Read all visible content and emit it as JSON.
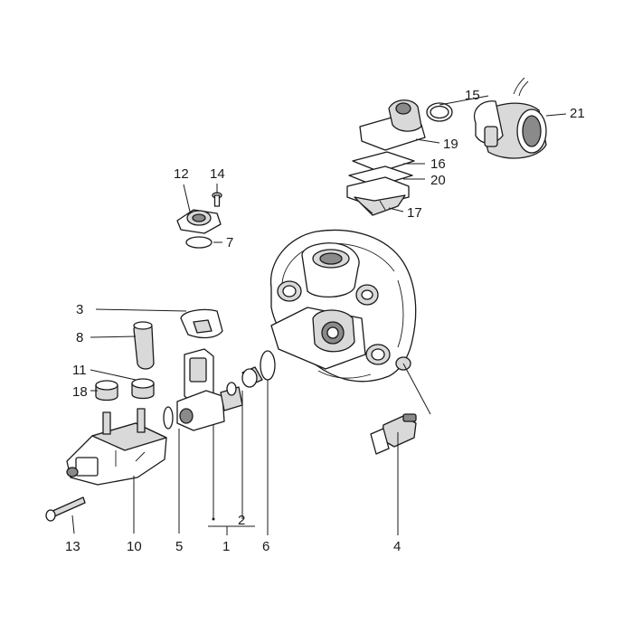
{
  "diagram": {
    "labels": [
      {
        "id": "1",
        "text": "1"
      },
      {
        "id": "2",
        "text": "2"
      },
      {
        "id": "3",
        "text": "3"
      },
      {
        "id": "4",
        "text": "4"
      },
      {
        "id": "5",
        "text": "5"
      },
      {
        "id": "6",
        "text": "6"
      },
      {
        "id": "7",
        "text": "7"
      },
      {
        "id": "8",
        "text": "8"
      },
      {
        "id": "10",
        "text": "10"
      },
      {
        "id": "11",
        "text": "11"
      },
      {
        "id": "12",
        "text": "12"
      },
      {
        "id": "13",
        "text": "13"
      },
      {
        "id": "14",
        "text": "14"
      },
      {
        "id": "15",
        "text": "15"
      },
      {
        "id": "16",
        "text": "16"
      },
      {
        "id": "17",
        "text": "17"
      },
      {
        "id": "18",
        "text": "18"
      },
      {
        "id": "19",
        "text": "19"
      },
      {
        "id": "20",
        "text": "20"
      },
      {
        "id": "21",
        "text": "21"
      }
    ]
  }
}
